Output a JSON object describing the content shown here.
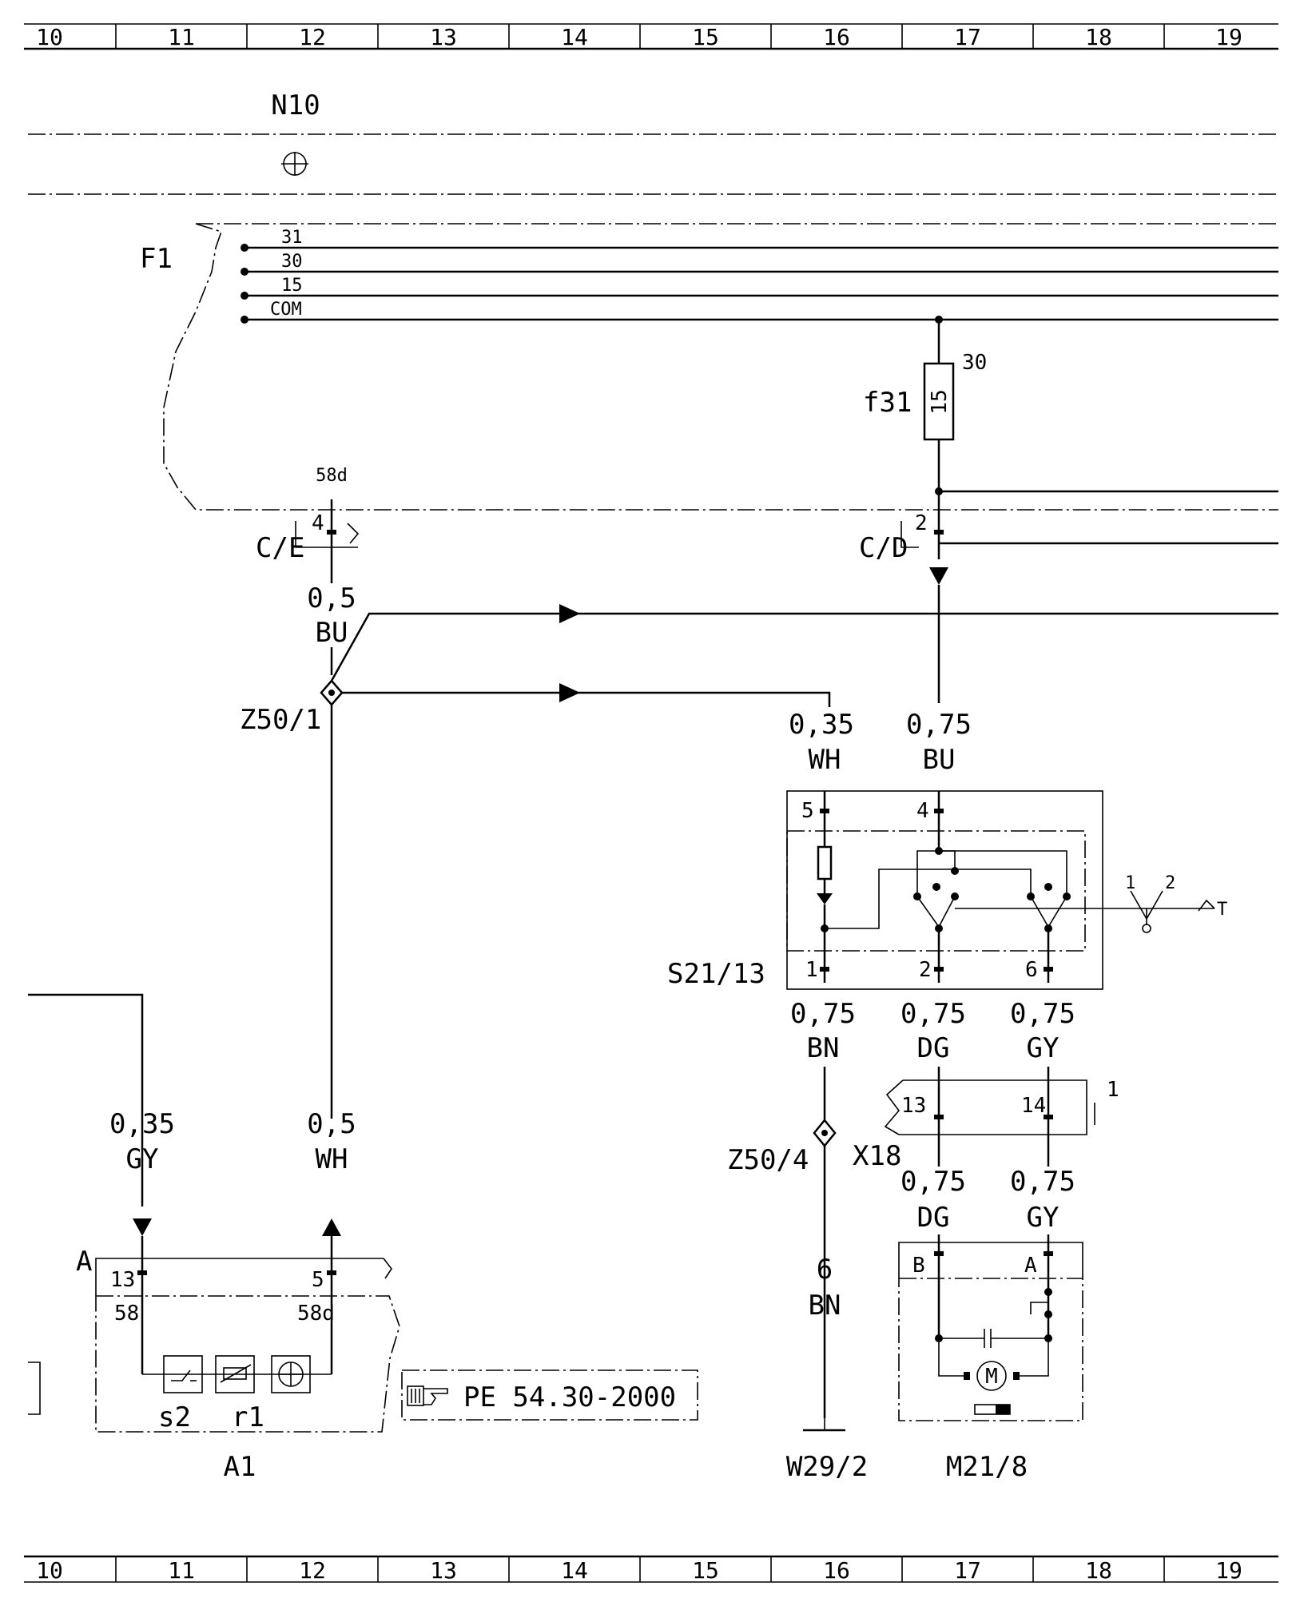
{
  "grid_top": [
    "10",
    "11",
    "12",
    "13",
    "14",
    "15",
    "16",
    "17",
    "18",
    "19"
  ],
  "grid_bottom": [
    "10",
    "11",
    "12",
    "13",
    "14",
    "15",
    "16",
    "17",
    "18",
    "19"
  ],
  "components": {
    "n10": "N10",
    "f1": "F1",
    "f31": "f31",
    "fuse_rating": "15",
    "fuse_pin_30": "30",
    "z50_1": "Z50/1",
    "z50_4": "Z50/4",
    "x18": "X18",
    "s21_13": "S21/13",
    "a1": "A1",
    "w29_2": "W29/2",
    "m21_8": "M21/8",
    "s2": "s2",
    "r1": "r1",
    "motor": "M"
  },
  "busbar": {
    "t31": "31",
    "t30": "30",
    "t15": "15",
    "com": "COM"
  },
  "connectors": {
    "ce_name": "C/E",
    "ce_pin": "4",
    "ce_term": "58d",
    "cd_name": "C/D",
    "cd_pin": "2",
    "a_name": "A",
    "a_pin13": "13",
    "a_pin5": "5",
    "a_term58": "58",
    "a_term58d": "58d",
    "s_pin5": "5",
    "s_pin4": "4",
    "s_pin1": "1",
    "s_pin2": "2",
    "s_pin6": "6",
    "x18_pin13": "13",
    "x18_pin14": "14",
    "x18_ref": "1",
    "m_pinB": "B",
    "m_pinA": "A",
    "term1": "1",
    "term2": "2",
    "term_t": "T"
  },
  "wires": {
    "w_ce_size": "0,5",
    "w_ce_color": "BU",
    "w_wh_size": "0,35",
    "w_wh_color": "WH",
    "w_bu_size": "0,75",
    "w_bu_color": "BU",
    "w_bn_size": "0,75",
    "w_bn_color": "BN",
    "w_dg_size": "0,75",
    "w_dg_color": "DG",
    "w_gy_size": "0,75",
    "w_gy_color": "GY",
    "w_dg2_size": "0,75",
    "w_dg2_color": "DG",
    "w_gy2_size": "0,75",
    "w_gy2_color": "GY",
    "w_bn6_size": "6",
    "w_bn6_color": "BN",
    "w_a1gy_size": "0,35",
    "w_a1gy_color": "GY",
    "w_a1wh_size": "0,5",
    "w_a1wh_color": "WH"
  },
  "reference": {
    "text": "PE 54.30-2000",
    "icon": "pointing-hand-icon"
  }
}
